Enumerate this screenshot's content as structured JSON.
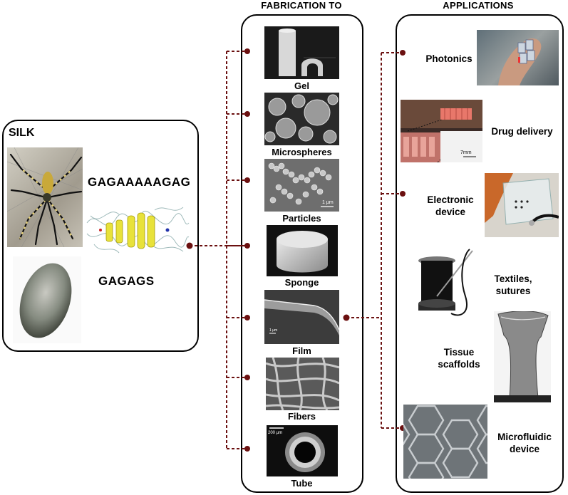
{
  "headers": {
    "fabrication": "FABRICATION TO",
    "applications": "APPLICATIONS"
  },
  "silk": {
    "title": "SILK",
    "sequence_long": "GAGAAAAAGAG",
    "sequence_short": "GAGAGS"
  },
  "fabrication_items": [
    {
      "label": "Gel"
    },
    {
      "label": "Microspheres"
    },
    {
      "label": "Particles",
      "scale_label": "1 µm"
    },
    {
      "label": "Sponge"
    },
    {
      "label": "Film",
      "scale_label": "1 µm"
    },
    {
      "label": "Fibers"
    },
    {
      "label": "Tube",
      "scale_label": "200 µm"
    }
  ],
  "applications_items": [
    {
      "label": "Photonics"
    },
    {
      "label": "Drug delivery",
      "scale_label": "7mm"
    },
    {
      "label_line1": "Electronic",
      "label_line2": "device"
    },
    {
      "label_line1": "Textiles,",
      "label_line2": "sutures"
    },
    {
      "label_line1": "Tissue",
      "label_line2": "scaffolds"
    },
    {
      "label_line1": "Microfluidic",
      "label_line2": "device"
    }
  ],
  "colors": {
    "connector": "#6b1010",
    "border": "#000000"
  }
}
